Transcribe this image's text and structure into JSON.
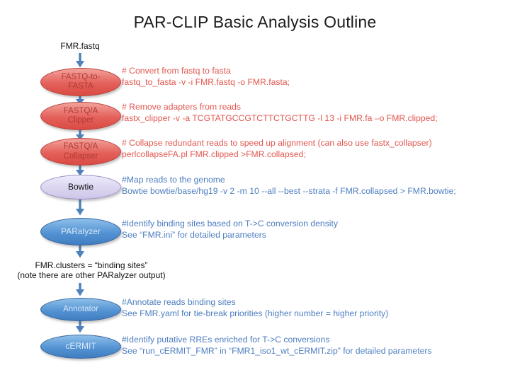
{
  "page": {
    "title": "PAR-CLIP Basic Analysis Outline"
  },
  "flow": {
    "input_label": "FMR.fastq",
    "intermediate": {
      "line1": "FMR.clusters = “binding sites”",
      "line2": "(note there are other PARalyzer output)"
    },
    "steps": [
      {
        "label1": "FASTQ-to-",
        "label2": "FASTA",
        "style": "red",
        "note1": "# Convert from fastq to fasta",
        "note2": "fastq_to_fasta -v -i FMR.fastq -o FMR.fasta;"
      },
      {
        "label1": "FASTQ/A",
        "label2": "Clipper",
        "style": "red",
        "note1": "# Remove adapters from reads",
        "note2": "fastx_clipper -v -a TCGTATGCCGTCTTCTGCTTG -l 13 -i FMR.fa –o FMR.clipped;"
      },
      {
        "label1": "FASTQ/A",
        "label2": "Collapser",
        "style": "red",
        "note1": "# Collapse redundant reads to speed up alignment (can also use fastx_collapser)",
        "note2": "perlcollapseFA.pl FMR.clipped >FMR.collapsed;"
      },
      {
        "label1": "Bowtie",
        "style": "lavender",
        "note1": "#Map reads to the genome",
        "note2": "Bowtie bowtie/base/hg19 -v 2 -m 10 --all --best --strata -f FMR.collapsed > FMR.bowtie;"
      },
      {
        "label1": "PARalyzer",
        "style": "blue",
        "note1": "#Identify binding sites based on T->C conversion density",
        "note2": "See “FMR.ini” for detailed parameters"
      },
      {
        "label1": "Annotator",
        "style": "blue",
        "note1": "#Annotate reads binding sites",
        "note2": "See FMR.yaml for tie-break priorities (higher number = higher priority)"
      },
      {
        "label1": "cERMIT",
        "style": "blue",
        "note1": "#Identify putative RREs enriched for T->C conversions",
        "note2": "See “run_cERMIT_FMR” in “FMR1_iso1_wt_cERMIT.zip” for detailed parameters"
      }
    ]
  },
  "colors": {
    "red_node_fill": "#e4605a",
    "red_note_text": "#e2574f",
    "blue_node_fill": "#5493d3",
    "blue_note_text": "#4d7ec0",
    "lavender_node_fill": "#d9d3ee",
    "arrow_blue": "#4f81bd",
    "background": "#ffffff"
  }
}
